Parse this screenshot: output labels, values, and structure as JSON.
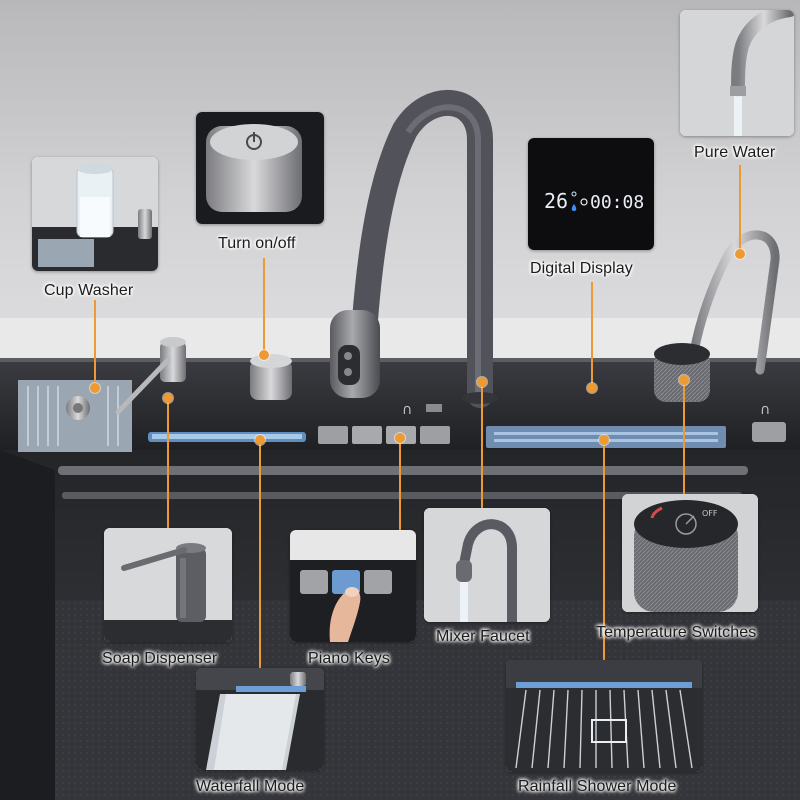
{
  "features": {
    "cup_washer": "Cup Washer",
    "turn_on_off": "Turn on/off",
    "digital_display": "Digital Display",
    "pure_water": "Pure Water",
    "soap_dispenser": "Soap Dispenser",
    "piano_keys": "Piano Keys",
    "mixer_faucet": "Mixer Faucet",
    "temperature_switches": "Temperature Switches",
    "waterfall_mode": "Waterfall Mode",
    "rainfall_shower_mode": "Rainfall Shower Mode"
  },
  "display": {
    "temperature": "26",
    "time": "00:08"
  },
  "knob_text": "OFF",
  "colors": {
    "callout_line": "#ee9a33",
    "sink_black": "#2b2c30",
    "background_wall": "#c9c9cb",
    "accent_blue": "#6f9fcf"
  }
}
